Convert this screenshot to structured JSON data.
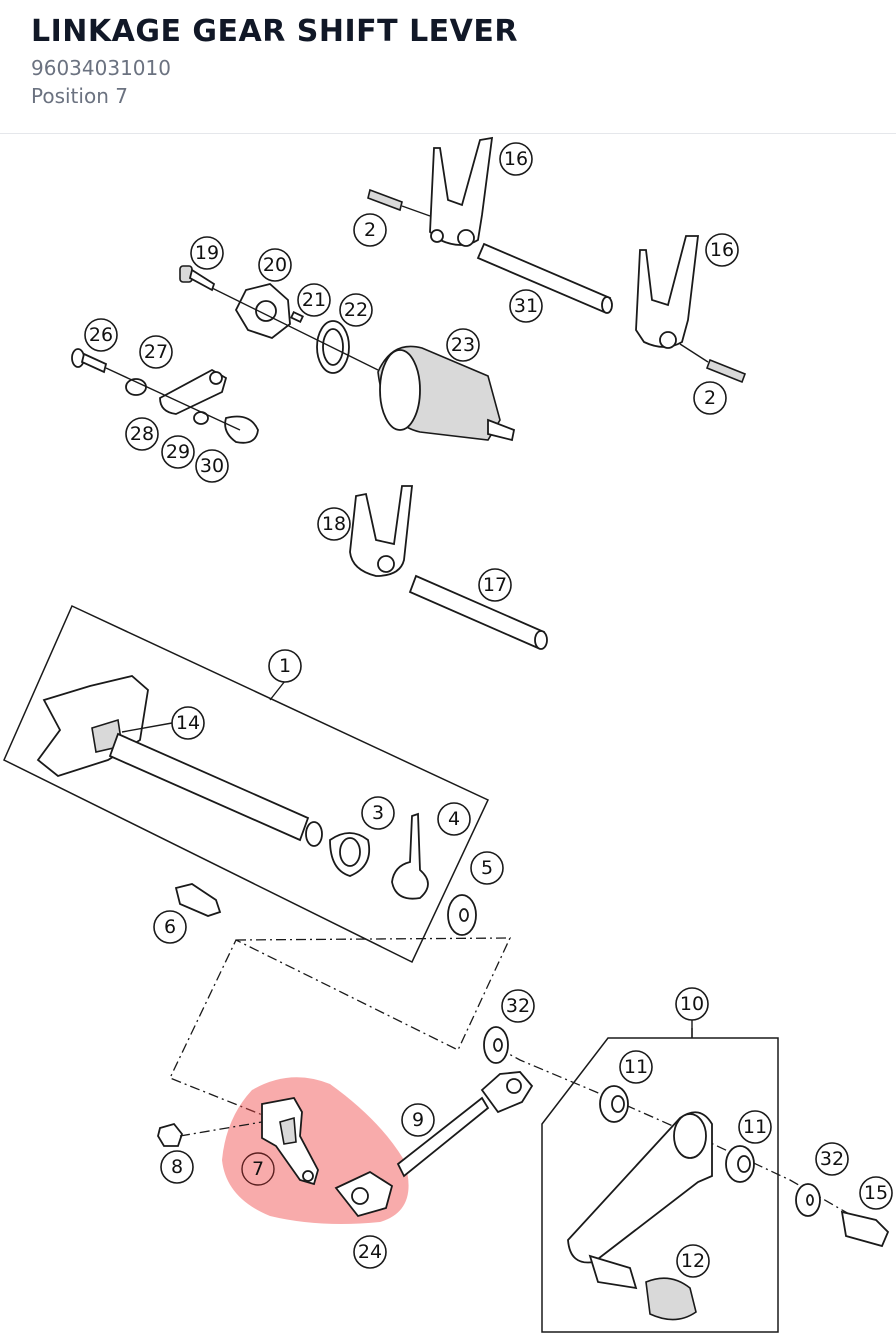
{
  "header": {
    "title": "LINKAGE GEAR SHIFT LEVER",
    "part_number": "96034031010",
    "position": "Position 7"
  },
  "highlight": {
    "color": "#ef4444",
    "callout": "7"
  },
  "callouts": {
    "c1": "1",
    "c2a": "2",
    "c2b": "2",
    "c3": "3",
    "c4": "4",
    "c5": "5",
    "c6": "6",
    "c7": "7",
    "c8": "8",
    "c9": "9",
    "c10": "10",
    "c11a": "11",
    "c11b": "11",
    "c12": "12",
    "c14": "14",
    "c15": "15",
    "c16a": "16",
    "c16b": "16",
    "c17": "17",
    "c18": "18",
    "c19": "19",
    "c20": "20",
    "c21": "21",
    "c22": "22",
    "c23": "23",
    "c24": "24",
    "c26": "26",
    "c27": "27",
    "c28": "28",
    "c29": "29",
    "c30": "30",
    "c31": "31",
    "c32a": "32",
    "c32b": "32"
  }
}
